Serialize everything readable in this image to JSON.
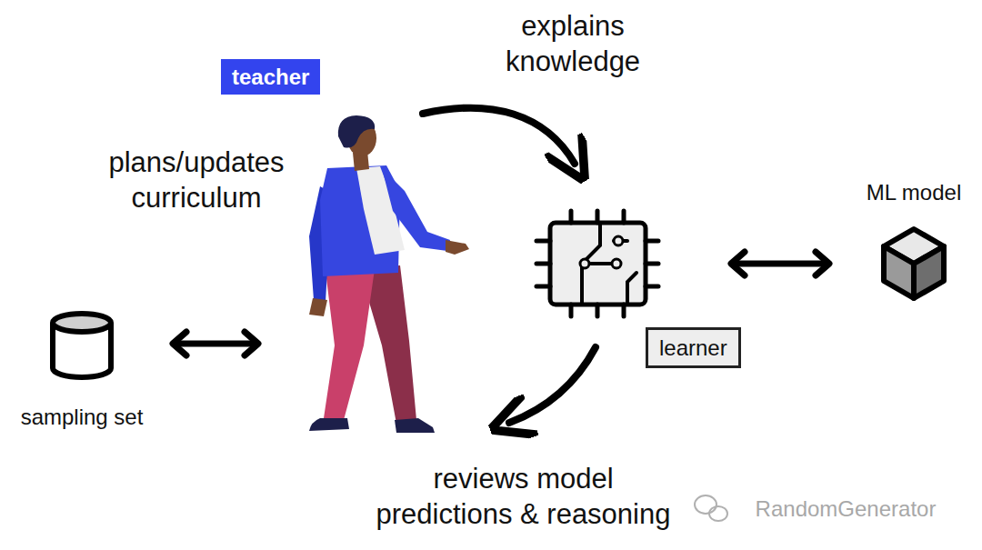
{
  "diagram": {
    "nodes": [
      {
        "text": [
          "teacher"
        ]
      },
      {
        "text": [
          "learner"
        ]
      }
    ],
    "labels": [
      "explains knowledge",
      "plans/updates curriculum",
      "ML model",
      "sampling set",
      "reviews model predictions & reasoning",
      "RandomGenerator"
    ]
  }
}
